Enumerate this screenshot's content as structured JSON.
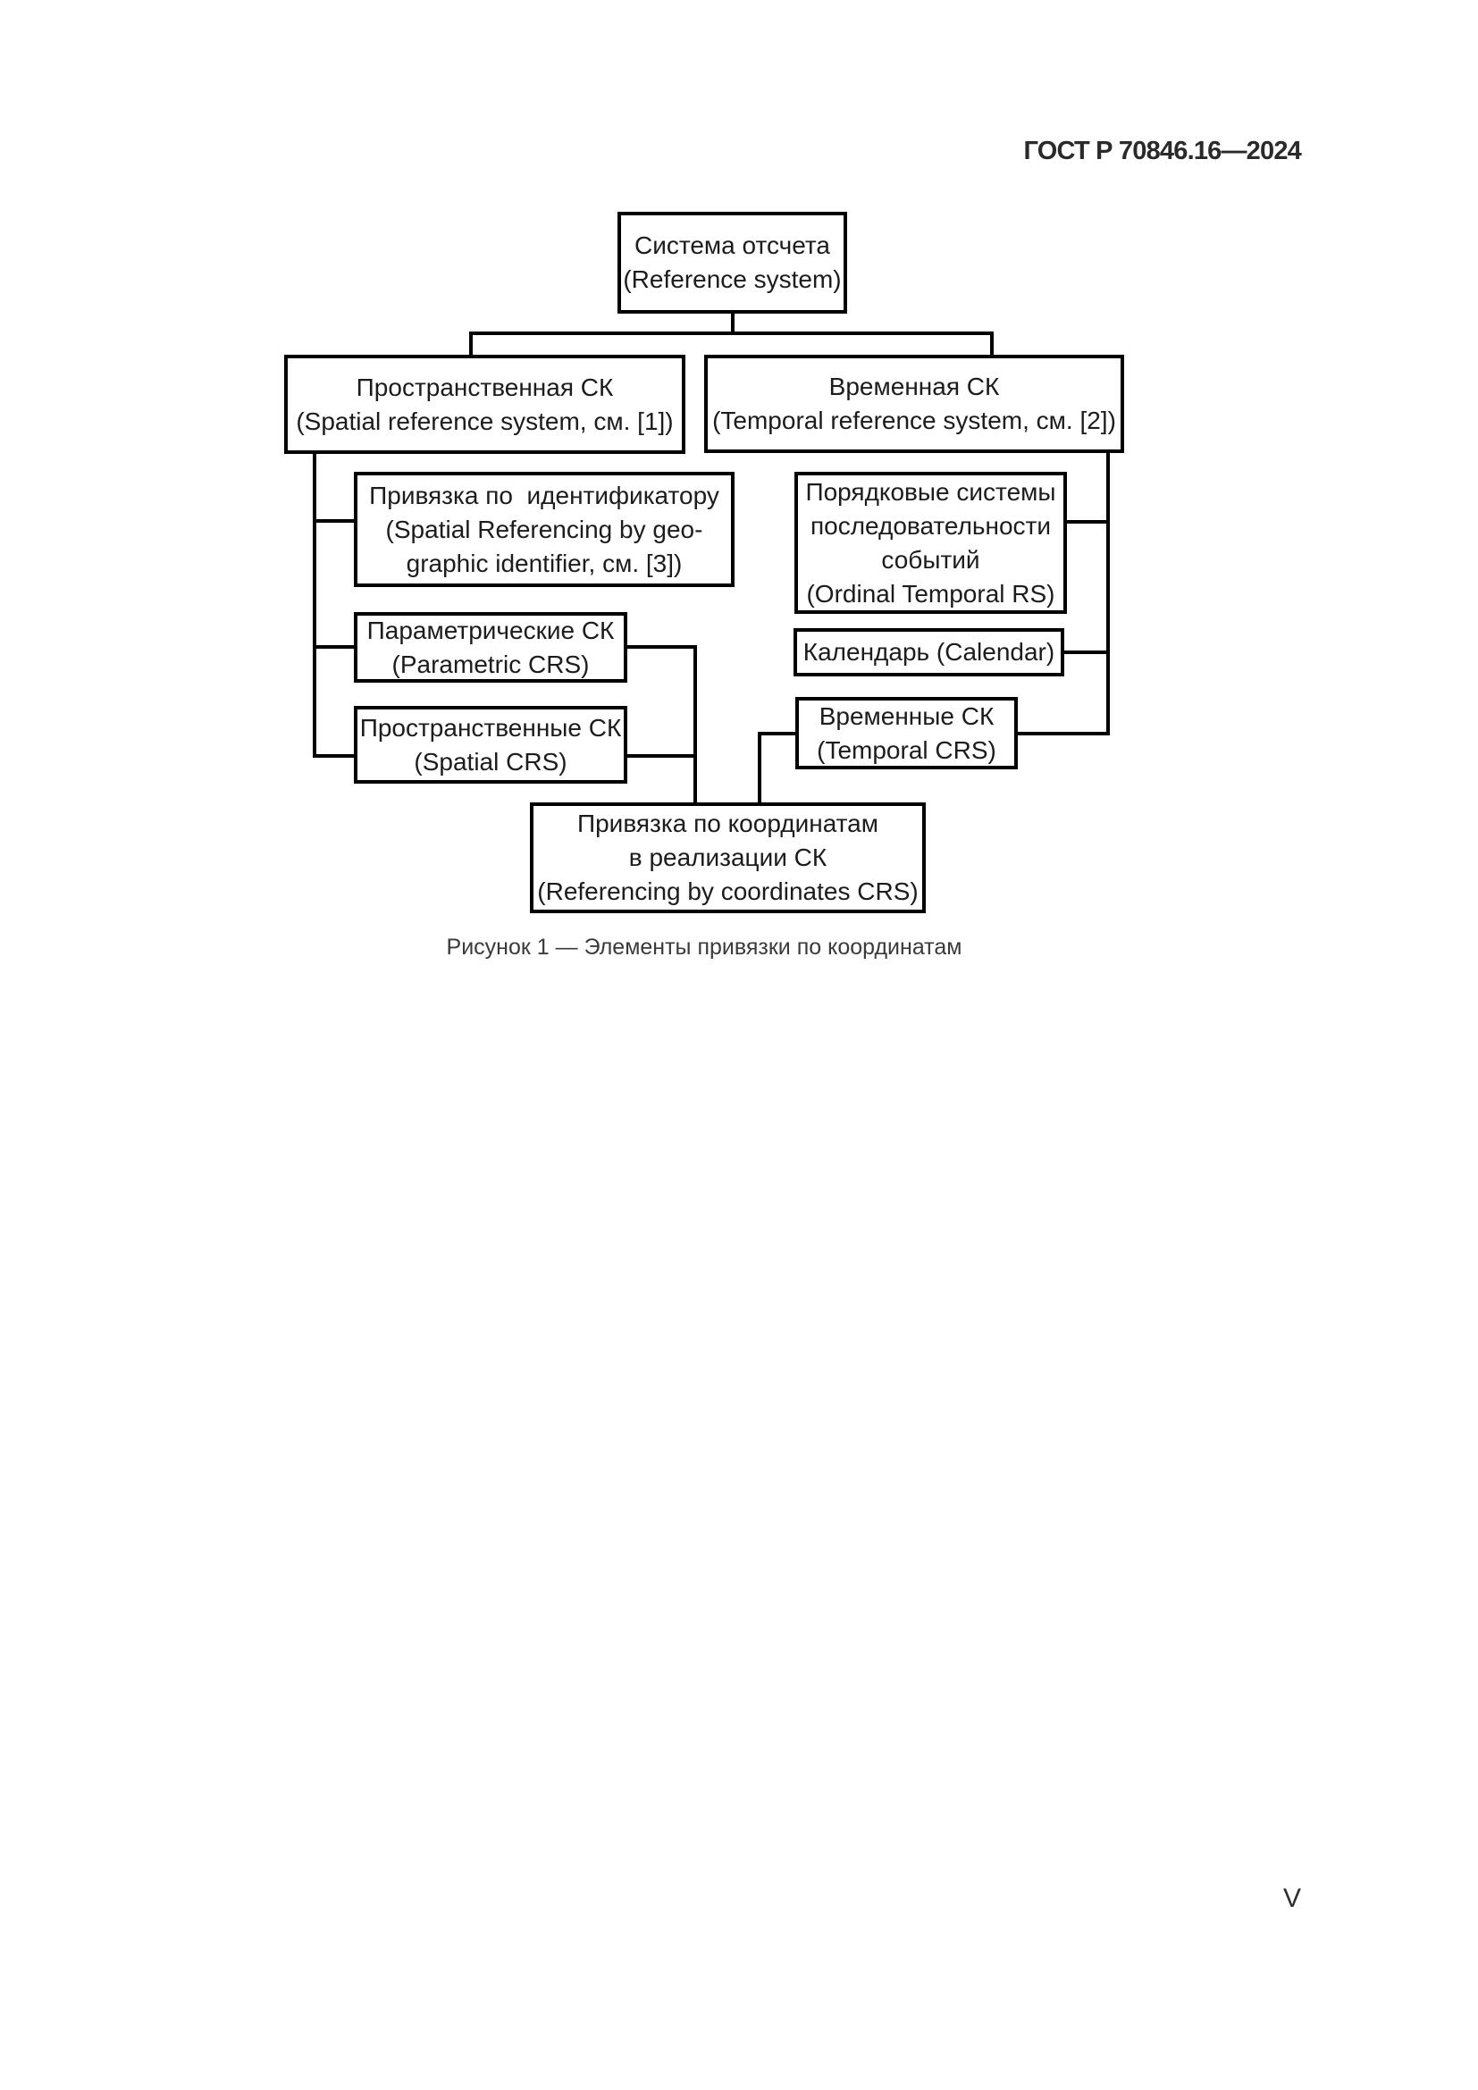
{
  "colors": {
    "ink": "#000000",
    "header_text": "#2a2a2a",
    "caption_text": "#3a3a3a"
  },
  "header": {
    "title": "ГОСТ Р 70846.16—2024"
  },
  "figure": {
    "caption": "Рисунок 1 — Элементы привязки по координатам",
    "boxes": [
      {
        "id": "reference-system",
        "lines": [
          "Система отсчета",
          "(Reference system)"
        ]
      },
      {
        "id": "spatial-rs",
        "lines": [
          "Пространственная СК",
          "(Spatial reference system, см. [1])"
        ]
      },
      {
        "id": "temporal-rs",
        "lines": [
          "Временная СК",
          "(Temporal reference system, см. [2])"
        ]
      },
      {
        "id": "spatial-ref-by-id",
        "lines": [
          "Привязка по  идентификатору",
          "(Spatial Referencing by geo-",
          "graphic identifier, см. [3])"
        ]
      },
      {
        "id": "ordinal-temporal-rs",
        "lines": [
          "Порядковые системы",
          "последовательности",
          "событий",
          "(Ordinal Temporal RS)"
        ]
      },
      {
        "id": "parametric-crs",
        "lines": [
          "Параметрические СК",
          "(Parametric CRS)"
        ]
      },
      {
        "id": "calendar",
        "lines": [
          "Календарь (Calendar)"
        ]
      },
      {
        "id": "spatial-crs",
        "lines": [
          "Пространственные СК",
          "(Spatial CRS)"
        ]
      },
      {
        "id": "temporal-crs",
        "lines": [
          "Временные СК",
          "(Temporal CRS)"
        ]
      },
      {
        "id": "referencing-by-coords",
        "lines": [
          "Привязка по координатам",
          "в реализации СК",
          "(Referencing by coordinates CRS)"
        ]
      }
    ]
  },
  "footer": {
    "page_number": "V"
  }
}
